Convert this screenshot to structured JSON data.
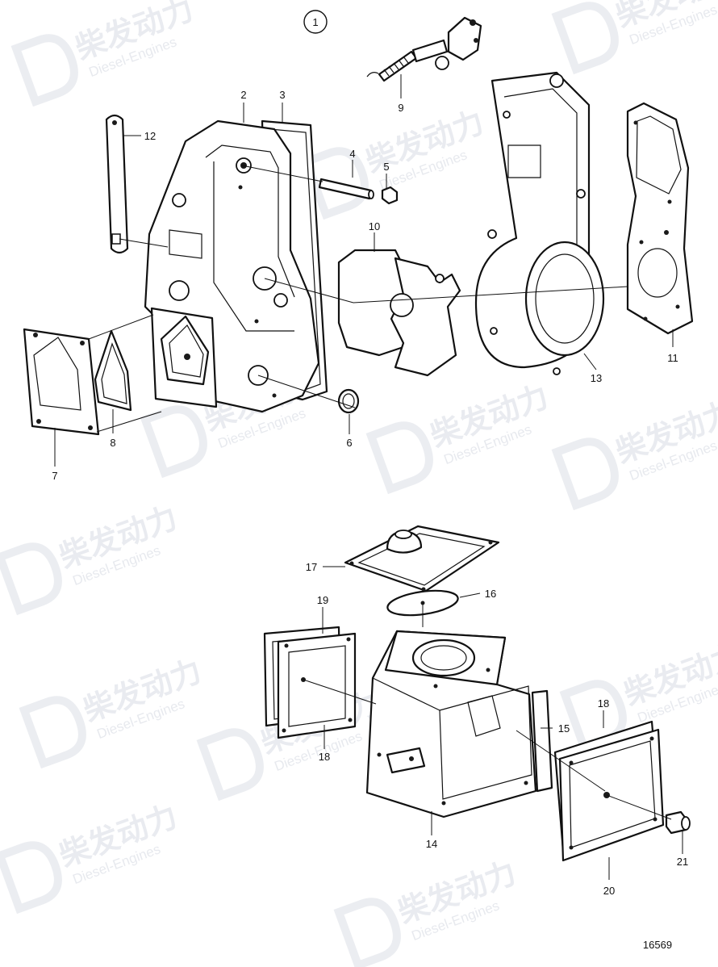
{
  "figure": {
    "section_number": "1",
    "drawing_number": "16569"
  },
  "watermark": {
    "brand_cn": "柴发动力",
    "brand_en": "Diesel-Engines"
  },
  "callouts": {
    "c1": "1",
    "c2": "2",
    "c3": "3",
    "c4": "4",
    "c5": "5",
    "c6": "6",
    "c7": "7",
    "c8": "8",
    "c9": "9",
    "c10": "10",
    "c11": "11",
    "c12": "12",
    "c13": "13",
    "c14": "14",
    "c15": "15",
    "c16": "16",
    "c17": "17",
    "c18a": "18",
    "c18b": "18",
    "c19": "19",
    "c20": "20",
    "c21": "21"
  }
}
